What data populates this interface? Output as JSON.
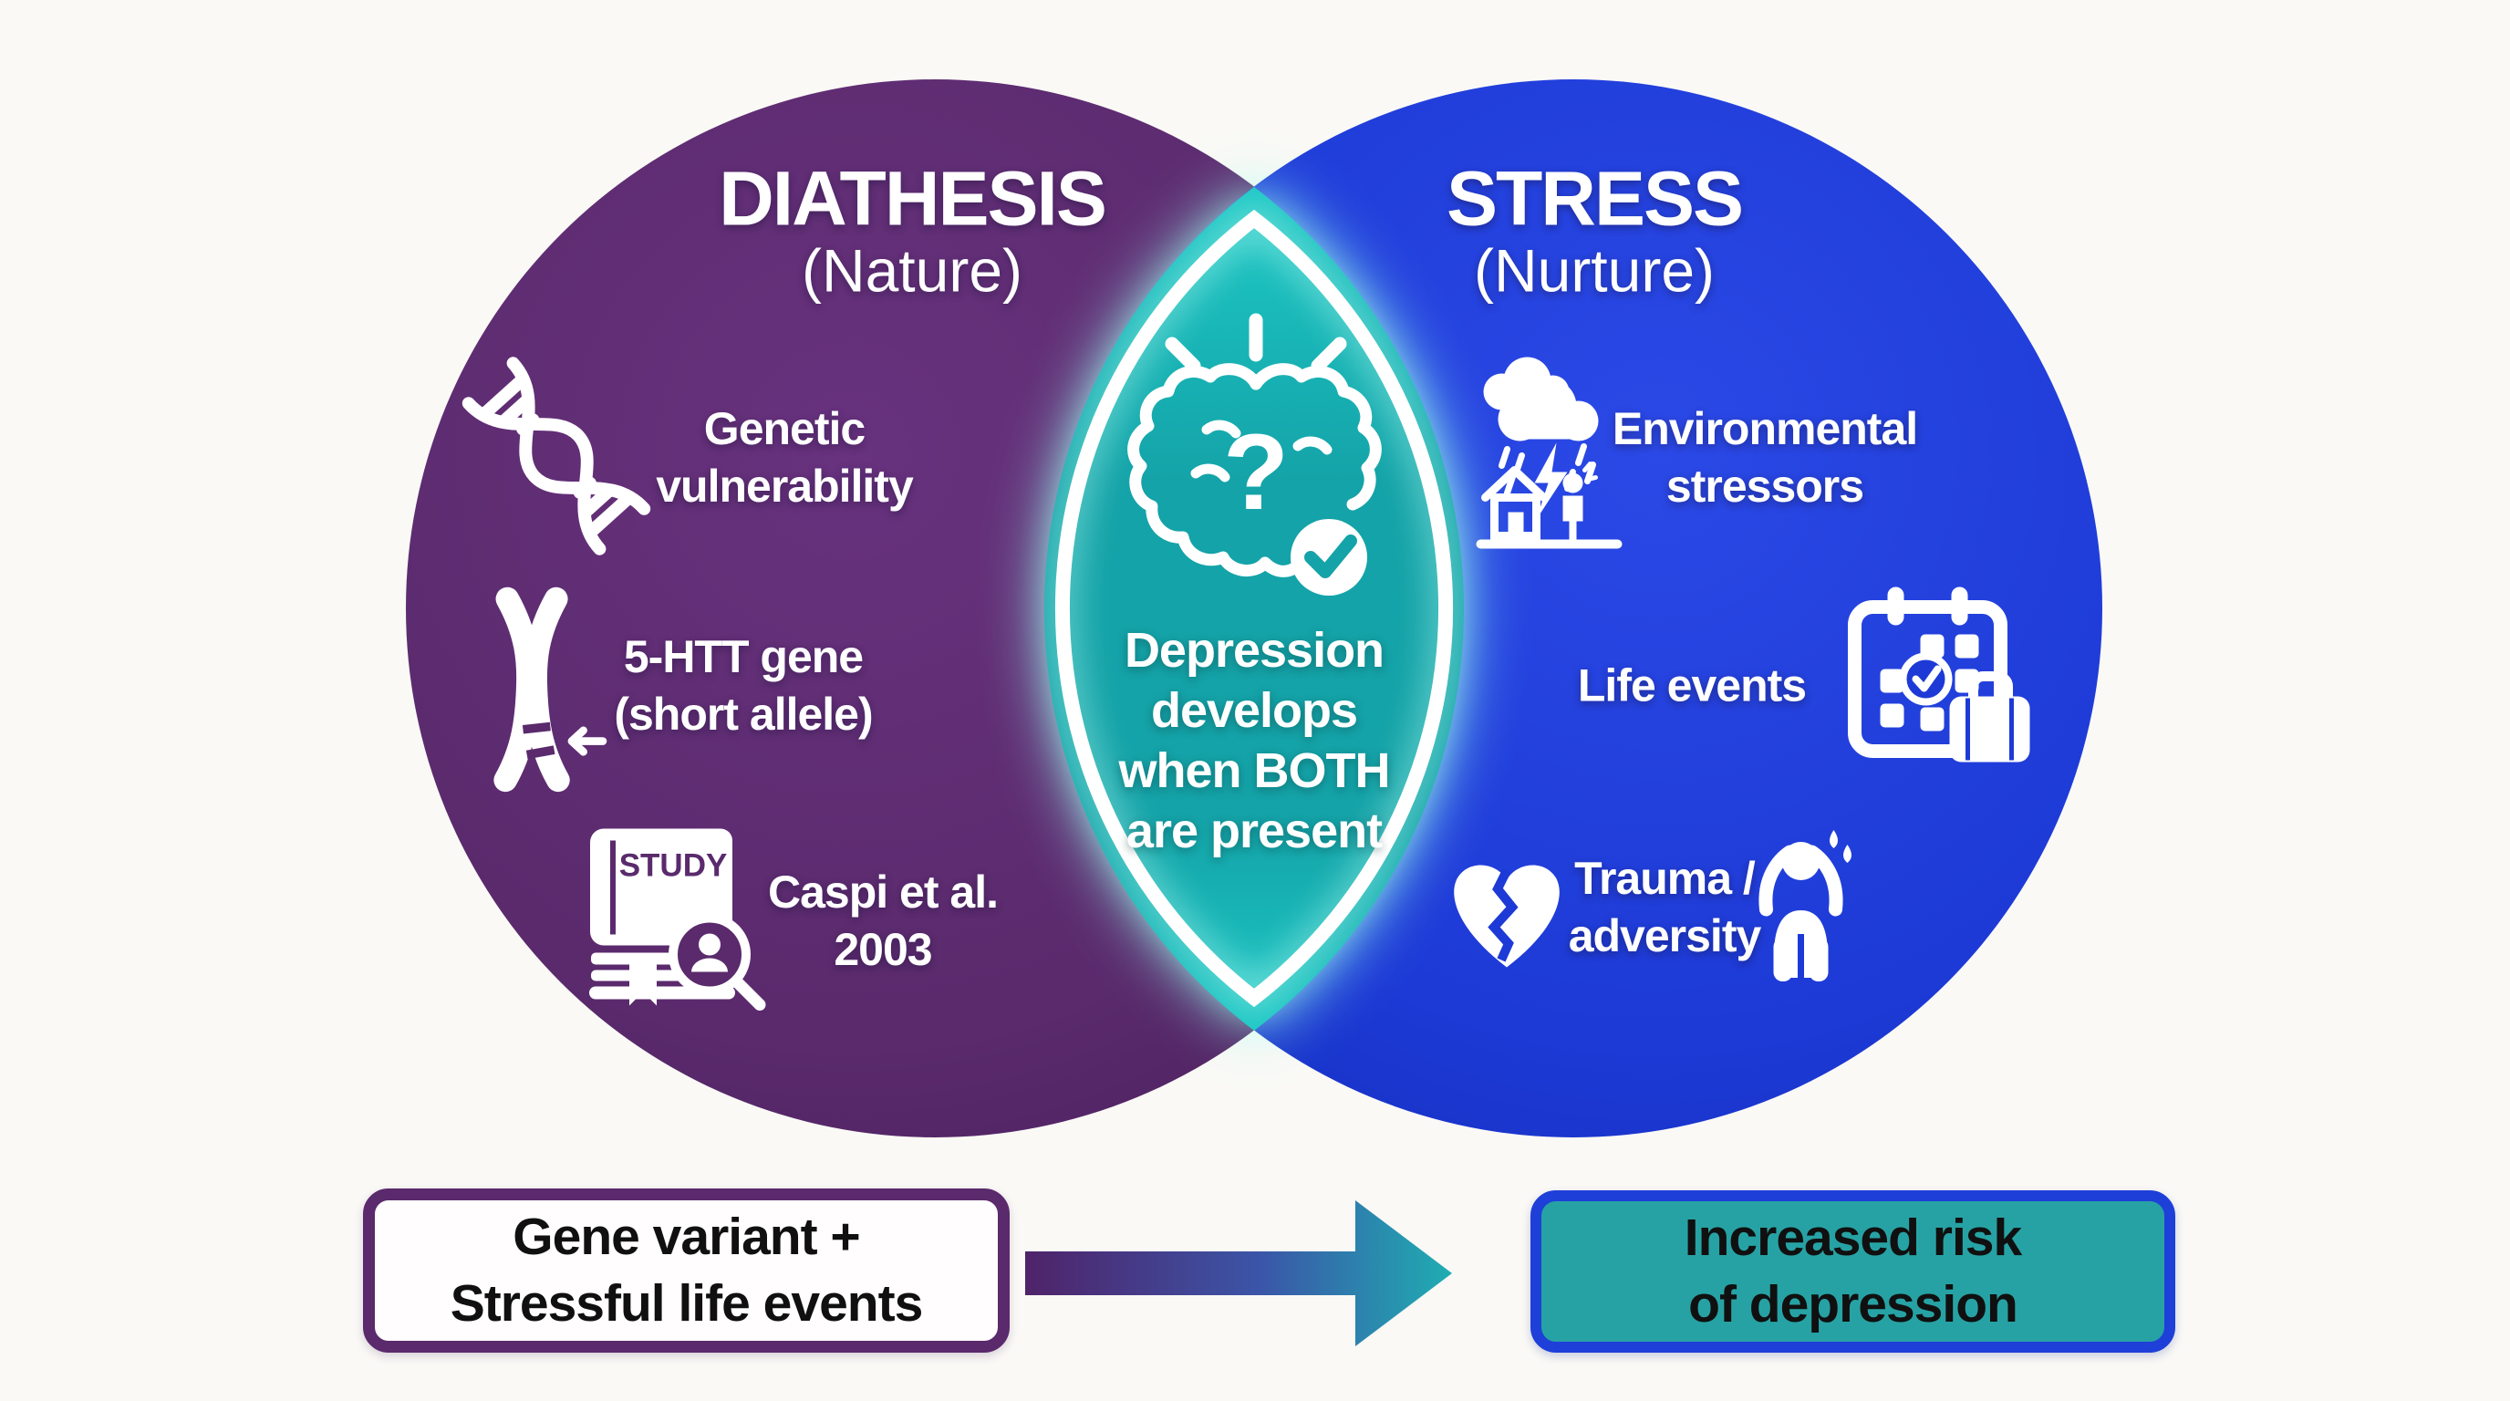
{
  "colors": {
    "purple": "#5a2a6c",
    "purple_deep": "#4c2060",
    "purple_light": "#68327e",
    "blue": "#1d3ad6",
    "blue_deep": "#152fc0",
    "blue_light": "#2b49e6",
    "teal": "#14a3a8",
    "teal_bright": "#1ec9c6",
    "teal_box": "#27a2a4",
    "glow": "#aef7ee",
    "background": "#faf9f6",
    "arrow_from": "#4f2369",
    "arrow_mid": "#3b55a8",
    "arrow_to": "#1fadb2"
  },
  "venn": {
    "left": {
      "title": "DIATHESIS",
      "subtitle": "(Nature)",
      "items": [
        {
          "icon": "dna-icon",
          "lines": [
            "Genetic",
            "vulnerability"
          ]
        },
        {
          "icon": "chromosome-icon",
          "lines": [
            "5-HTT gene",
            "(short allele)"
          ]
        },
        {
          "icon": "study-book-icon",
          "book_label": "STUDY",
          "lines": [
            "Caspi et al.",
            "2003"
          ]
        }
      ]
    },
    "right": {
      "title": "STRESS",
      "subtitle": "(Nurture)",
      "items": [
        {
          "icon": "storm-house-icon",
          "lines": [
            "Environmental",
            "stressors"
          ]
        },
        {
          "icon": "calendar-suitcase-icon",
          "lines": [
            "Life events"
          ]
        },
        {
          "icon": "broken-heart-icon",
          "icon2": "distressed-person-icon",
          "lines": [
            "Trauma /",
            "adversity"
          ]
        }
      ]
    },
    "overlap": {
      "icon": "brain-question-check-icon",
      "icon_glyph": "?",
      "lines": [
        "Depression",
        "develops",
        "when BOTH",
        "are present"
      ]
    }
  },
  "flow": {
    "cause_box": {
      "lines": [
        "Gene variant +",
        "Stressful life events"
      ]
    },
    "effect_box": {
      "lines": [
        "Increased risk",
        "of depression"
      ]
    }
  }
}
